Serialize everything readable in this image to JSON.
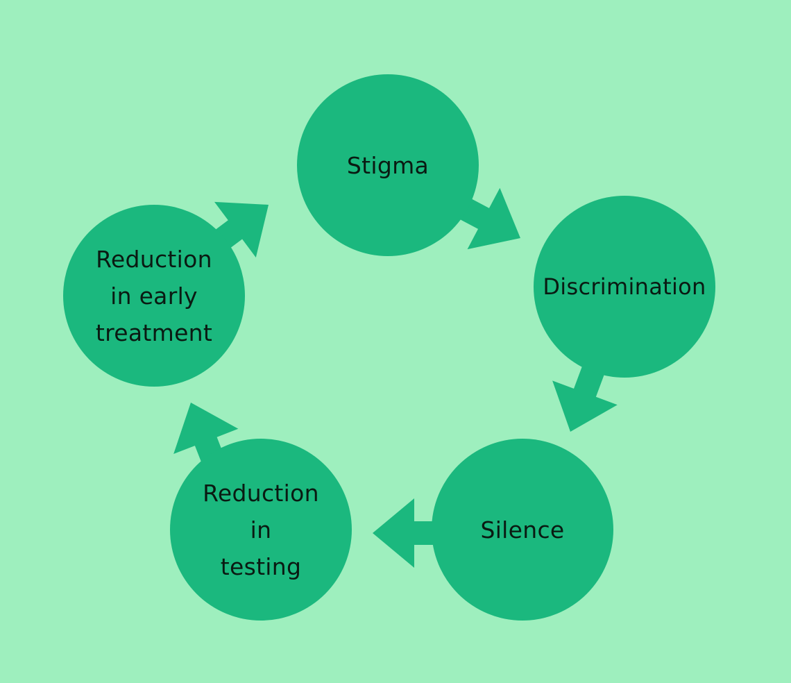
{
  "diagram": {
    "type": "cycle",
    "colors": {
      "background": "#9eefbe",
      "node": "#1bb87e",
      "text": "#0a1a12"
    },
    "nodes": [
      {
        "id": "stigma",
        "label": "Stigma"
      },
      {
        "id": "discrimination",
        "label": "Discrimination"
      },
      {
        "id": "silence",
        "label": "Silence"
      },
      {
        "id": "reduction-testing",
        "label": "Reduction\nin\ntesting"
      },
      {
        "id": "reduction-treatment",
        "label": "Reduction\nin early\ntreatment"
      }
    ],
    "edges": [
      {
        "from": "stigma",
        "to": "discrimination"
      },
      {
        "from": "discrimination",
        "to": "silence"
      },
      {
        "from": "silence",
        "to": "reduction-testing"
      },
      {
        "from": "reduction-testing",
        "to": "reduction-treatment"
      },
      {
        "from": "reduction-treatment",
        "to": "stigma"
      }
    ]
  }
}
